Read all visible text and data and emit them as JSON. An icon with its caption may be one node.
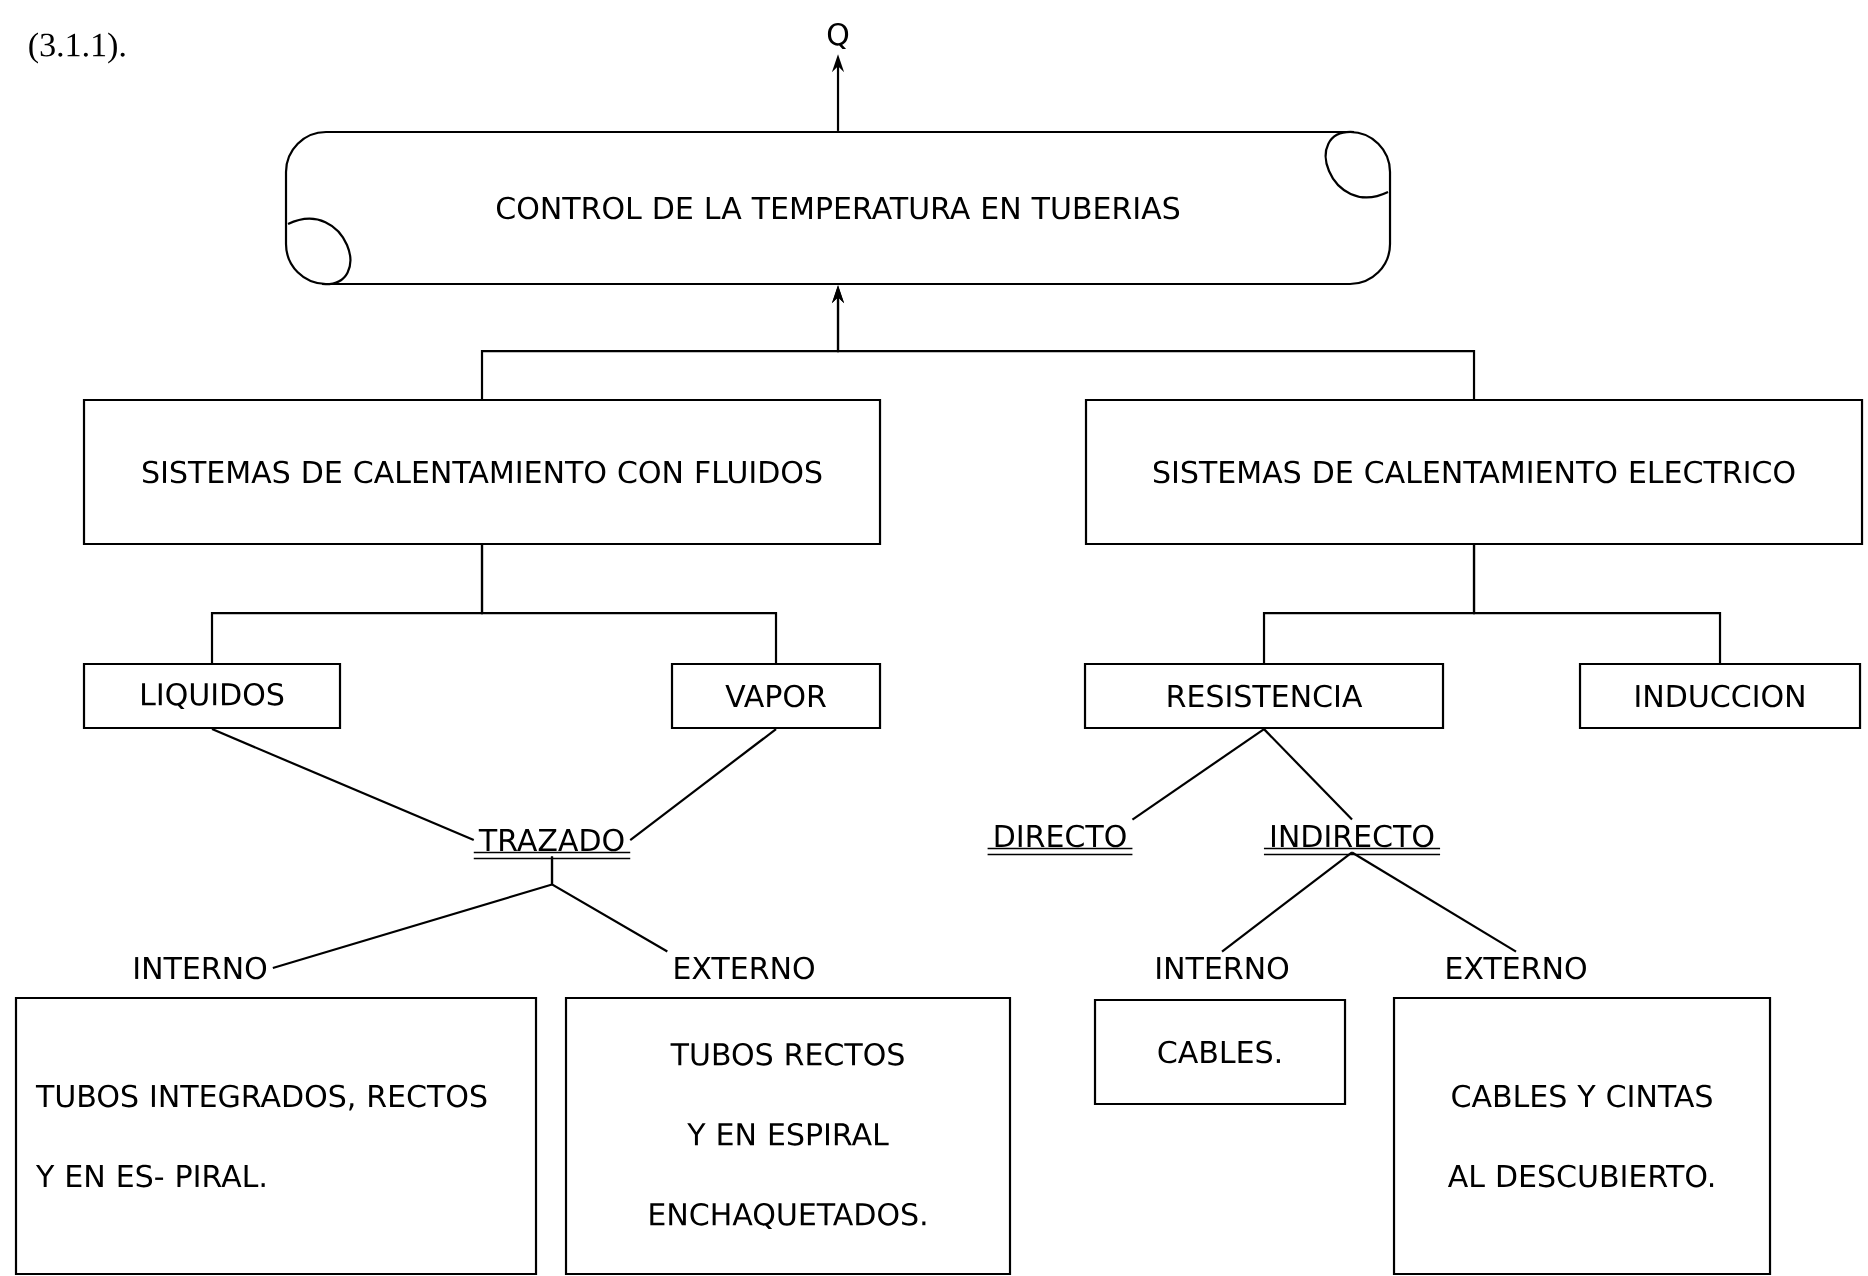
{
  "diagram": {
    "nodes": [
      {
        "text": [
          "Q"
        ]
      },
      {
        "text": [
          "CONTROL DE LA TEMPERATURA EN TUBERIAS"
        ]
      },
      {
        "text": [
          "SISTEMAS DE CALENTAMIENTO CON FLUIDOS"
        ]
      },
      {
        "text": [
          "SISTEMAS DE CALENTAMIENTO ELECTRICO"
        ]
      },
      {
        "text": [
          "LIQUIDOS"
        ]
      },
      {
        "text": [
          "VAPOR"
        ]
      },
      {
        "text": [
          "RESISTENCIA"
        ]
      },
      {
        "text": [
          "INDUCCION"
        ]
      },
      {
        "text": [
          "TRAZADO"
        ]
      },
      {
        "text": [
          "DIRECTO"
        ]
      },
      {
        "text": [
          "INDIRECTO"
        ]
      },
      {
        "text": [
          "INTERNO"
        ]
      },
      {
        "text": [
          "EXTERNO"
        ]
      },
      {
        "text": [
          "INTERNO"
        ]
      },
      {
        "text": [
          "EXTERNO"
        ]
      },
      {
        "text": [
          "TUBOS INTEGRADOS, RECTOS Y EN ES- PIRAL."
        ]
      },
      {
        "text": [
          "TUBOS RECTOS Y EN ESPIRAL ENCHAQUETADOS."
        ]
      },
      {
        "text": [
          "CABLES."
        ]
      },
      {
        "text": [
          "CABLES Y CINTAS AL DESCUBIERTO."
        ]
      }
    ],
    "edges": [
      {
        "from": 1,
        "to": 0,
        "arrow": "to"
      },
      {
        "from": 2,
        "to": 1,
        "arrow": "to"
      },
      {
        "from": 3,
        "to": 1,
        "arrow": "to"
      },
      {
        "from": 2,
        "to": 4,
        "arrow": "none"
      },
      {
        "from": 2,
        "to": 5,
        "arrow": "none"
      },
      {
        "from": 3,
        "to": 6,
        "arrow": "none"
      },
      {
        "from": 3,
        "to": 7,
        "arrow": "none"
      },
      {
        "from": 4,
        "to": 8,
        "arrow": "none"
      },
      {
        "from": 5,
        "to": 8,
        "arrow": "none"
      },
      {
        "from": 8,
        "to": 11,
        "arrow": "none"
      },
      {
        "from": 8,
        "to": 12,
        "arrow": "none"
      },
      {
        "from": 6,
        "to": 9,
        "arrow": "none"
      },
      {
        "from": 6,
        "to": 10,
        "arrow": "none"
      },
      {
        "from": 10,
        "to": 13,
        "arrow": "none"
      },
      {
        "from": 10,
        "to": 14,
        "arrow": "none"
      }
    ],
    "labels": [
      "(3.1.1)."
    ]
  }
}
